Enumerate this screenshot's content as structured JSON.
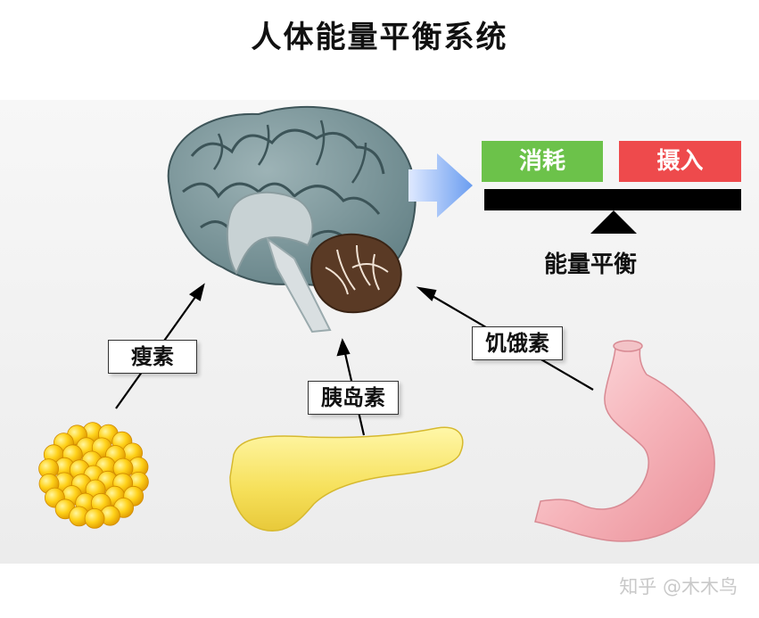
{
  "title": "人体能量平衡系统",
  "labels": {
    "leptin": "瘦素",
    "insulin": "胰岛素",
    "ghrelin": "饥饿素"
  },
  "balance": {
    "left": "消耗",
    "right": "摄入",
    "caption": "能量平衡"
  },
  "colors": {
    "consume": "#6cc24a",
    "intake": "#ee4a4c",
    "beam": "#000000"
  },
  "watermark": "知乎 @木木鸟"
}
